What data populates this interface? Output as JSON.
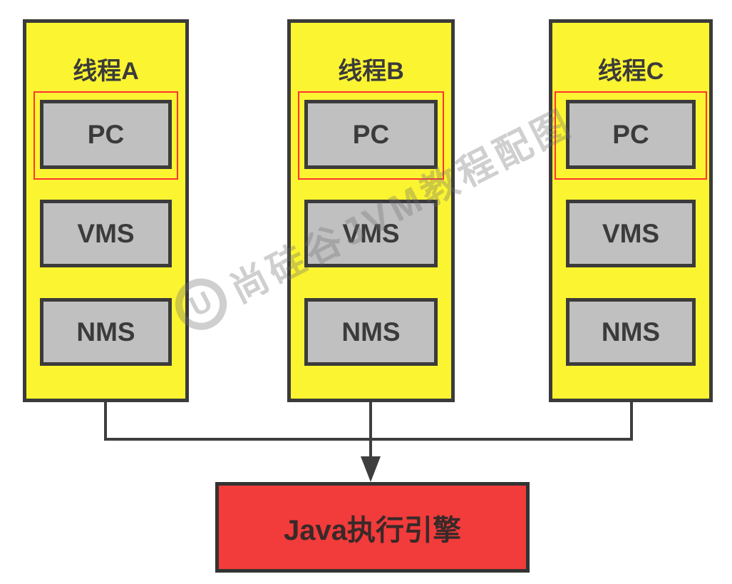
{
  "threads": [
    {
      "title": "线程A",
      "boxes": [
        "PC",
        "VMS",
        "NMS"
      ],
      "highlighted_box": "PC"
    },
    {
      "title": "线程B",
      "boxes": [
        "PC",
        "VMS",
        "NMS"
      ],
      "highlighted_box": "PC"
    },
    {
      "title": "线程C",
      "boxes": [
        "PC",
        "VMS",
        "NMS"
      ],
      "highlighted_box": "PC"
    }
  ],
  "engine": {
    "label": "Java执行引擎"
  },
  "watermark": {
    "logo_letter": "U",
    "text": "尚硅谷JVM教程配图"
  },
  "colors": {
    "thread_fill": "#FBF431",
    "thread_border": "#3B3B3B",
    "box_fill": "#C0C0C0",
    "box_border": "#3B3B3B",
    "highlight": "#FF3333",
    "engine_fill": "#F23B3B",
    "engine_border": "#333333",
    "engine_text": "#392929",
    "connector": "#3E3E3E",
    "text_dark": "#3B3B3B",
    "watermark": "rgba(110,110,110,0.33)"
  }
}
